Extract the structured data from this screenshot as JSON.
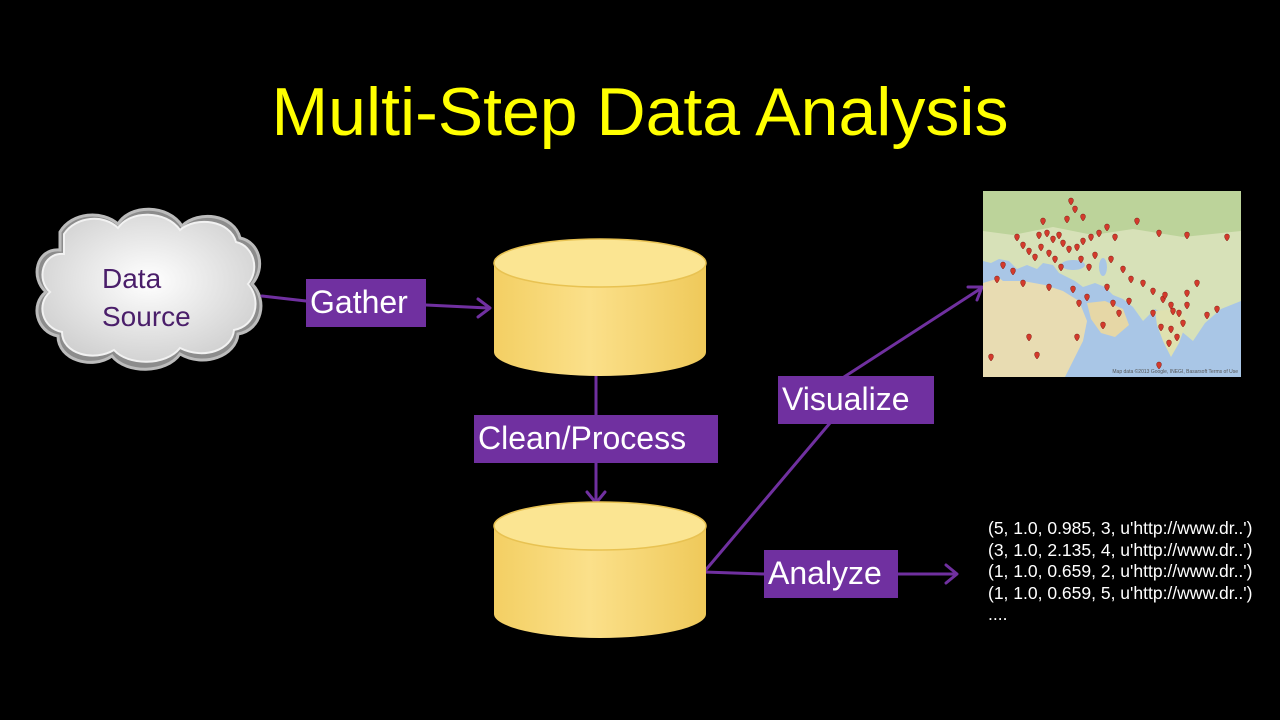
{
  "title": "Multi-Step Data Analysis",
  "source": {
    "line1": "Data",
    "line2": "Source"
  },
  "steps": {
    "gather": "Gather",
    "clean": "Clean/Process",
    "visualize": "Visualize",
    "analyze": "Analyze"
  },
  "results": [
    "(5, 1.0, 0.985, 3, u'http://www.dr..')",
    "(3, 1.0, 2.135, 4, u'http://www.dr..')",
    "(1, 1.0, 0.659, 2, u'http://www.dr..')",
    "(1, 1.0, 0.659, 5, u'http://www.dr..')",
    "...."
  ],
  "map": {
    "credit": "Map data ©2013 Google, INEGI, Basarsoft   Terms of Use",
    "marker_icon": "map-pin-icon"
  },
  "colors": {
    "background": "#000000",
    "title": "#ffff00",
    "label_bg": "#7030a0",
    "label_text": "#ffffff",
    "arrow": "#7030a0",
    "database_fill": "#f9dc78",
    "database_top": "#fbe592",
    "cloud_fill": "#e6e6e6",
    "cloud_text": "#4a1e6a",
    "marker": "#d33a2c"
  }
}
